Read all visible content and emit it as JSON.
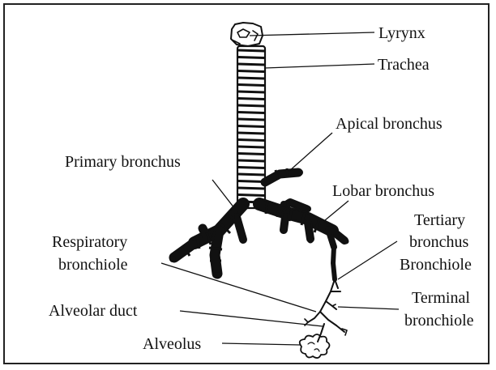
{
  "labels": {
    "larynx": "Lyrynx",
    "trachea": "Trachea",
    "apical_bronchus": "Apical bronchus",
    "primary_bronchus": "Primary bronchus",
    "lobar_bronchus": "Lobar bronchus",
    "tertiary_line1": "Tertiary",
    "tertiary_line2": "bronchus",
    "bronchiole": "Bronchiole",
    "respiratory_line1": "Respiratory",
    "respiratory_line2": "bronchiole",
    "terminal_line1": "Terminal",
    "terminal_line2": "bronchiole",
    "alveolar_duct": "Alveolar duct",
    "alveolus": "Alveolus"
  }
}
